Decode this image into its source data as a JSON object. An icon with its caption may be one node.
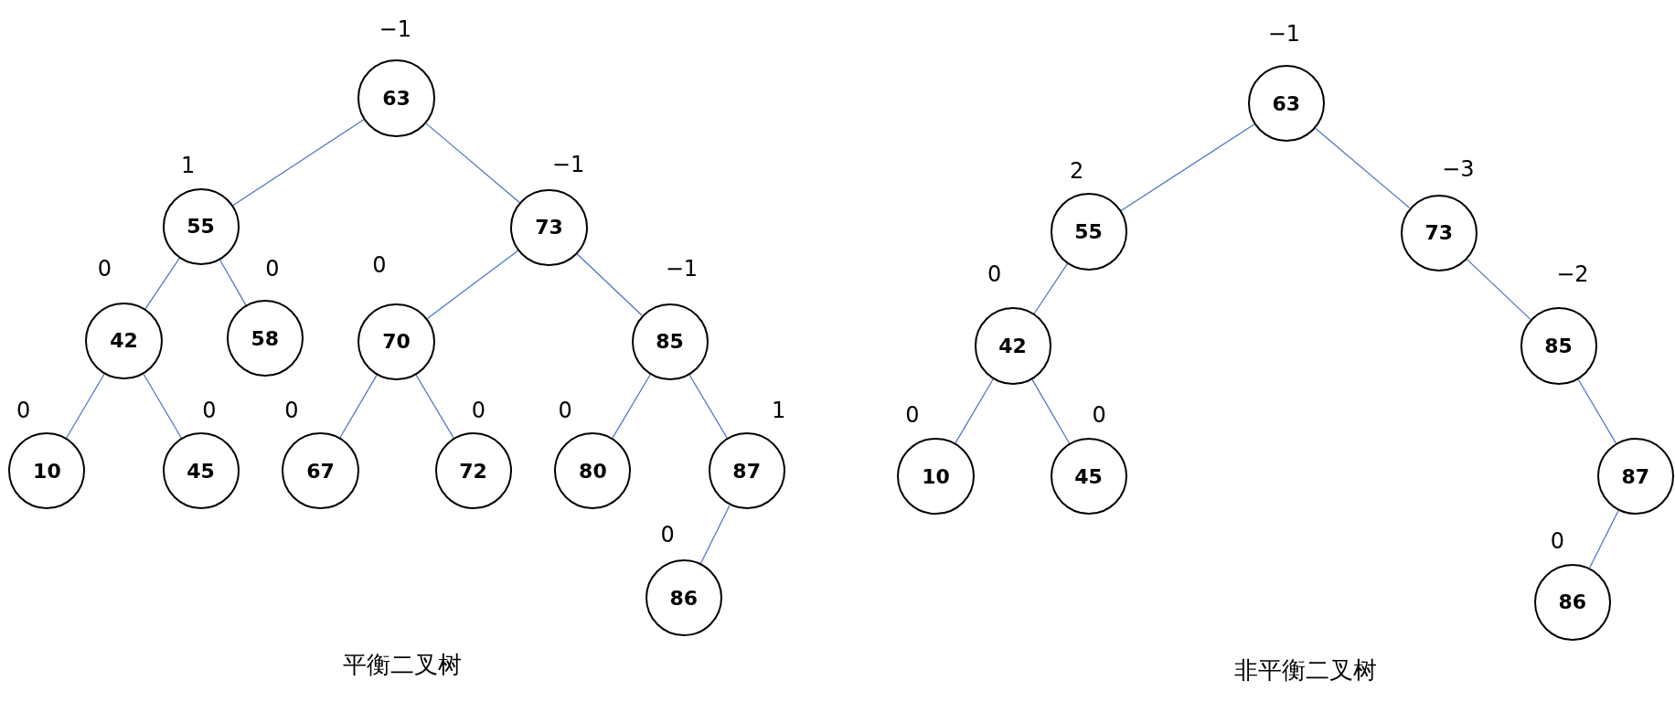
{
  "diagram": {
    "nodes": [
      {
        "text": [
          "63"
        ],
        "beside": [
          "−1"
        ]
      },
      {
        "text": [
          "55"
        ],
        "beside": [
          "1"
        ]
      },
      {
        "text": [
          "73"
        ],
        "beside": [
          "−1"
        ]
      },
      {
        "text": [
          "42"
        ],
        "beside": [
          "0"
        ]
      },
      {
        "text": [
          "58"
        ],
        "beside": [
          "0"
        ]
      },
      {
        "text": [
          "70"
        ],
        "beside": [
          "0"
        ]
      },
      {
        "text": [
          "85"
        ],
        "beside": [
          "−1"
        ]
      },
      {
        "text": [
          "10"
        ],
        "beside": [
          "0"
        ]
      },
      {
        "text": [
          "45"
        ],
        "beside": [
          "0"
        ]
      },
      {
        "text": [
          "67"
        ],
        "beside": [
          "0"
        ]
      },
      {
        "text": [
          "72"
        ],
        "beside": [
          "0"
        ]
      },
      {
        "text": [
          "80"
        ],
        "beside": [
          "0"
        ]
      },
      {
        "text": [
          "87"
        ],
        "beside": [
          "1"
        ]
      },
      {
        "text": [
          "86"
        ],
        "beside": [
          "0"
        ]
      },
      {
        "text": [
          "63"
        ],
        "beside": [
          "−1"
        ]
      },
      {
        "text": [
          "55"
        ],
        "beside": [
          "2"
        ]
      },
      {
        "text": [
          "73"
        ],
        "beside": [
          "−3"
        ]
      },
      {
        "text": [
          "42"
        ],
        "beside": [
          "0"
        ]
      },
      {
        "text": [
          "85"
        ],
        "beside": [
          "−2"
        ]
      },
      {
        "text": [
          "10"
        ],
        "beside": [
          "0"
        ]
      },
      {
        "text": [
          "45"
        ],
        "beside": [
          "0"
        ]
      },
      {
        "text": [
          "87"
        ]
      },
      {
        "text": [
          "86"
        ],
        "beside": [
          "0"
        ]
      }
    ],
    "edges": [
      {
        "from": 0,
        "to": 1,
        "arrow": "none"
      },
      {
        "from": 0,
        "to": 2,
        "arrow": "none"
      },
      {
        "from": 1,
        "to": 3,
        "arrow": "none"
      },
      {
        "from": 1,
        "to": 4,
        "arrow": "none"
      },
      {
        "from": 2,
        "to": 5,
        "arrow": "none"
      },
      {
        "from": 2,
        "to": 6,
        "arrow": "none"
      },
      {
        "from": 3,
        "to": 7,
        "arrow": "none"
      },
      {
        "from": 3,
        "to": 8,
        "arrow": "none"
      },
      {
        "from": 5,
        "to": 9,
        "arrow": "none"
      },
      {
        "from": 5,
        "to": 10,
        "arrow": "none"
      },
      {
        "from": 6,
        "to": 11,
        "arrow": "none"
      },
      {
        "from": 6,
        "to": 12,
        "arrow": "none"
      },
      {
        "from": 12,
        "to": 13,
        "arrow": "none"
      },
      {
        "from": 14,
        "to": 15,
        "arrow": "none"
      },
      {
        "from": 14,
        "to": 16,
        "arrow": "none"
      },
      {
        "from": 15,
        "to": 17,
        "arrow": "none"
      },
      {
        "from": 16,
        "to": 18,
        "arrow": "none"
      },
      {
        "from": 17,
        "to": 19,
        "arrow": "none"
      },
      {
        "from": 17,
        "to": 20,
        "arrow": "none"
      },
      {
        "from": 18,
        "to": 21,
        "arrow": "none"
      },
      {
        "from": 21,
        "to": 22,
        "arrow": "none"
      }
    ],
    "labels": [
      "平衡二叉树",
      "非平衡二叉树"
    ]
  }
}
